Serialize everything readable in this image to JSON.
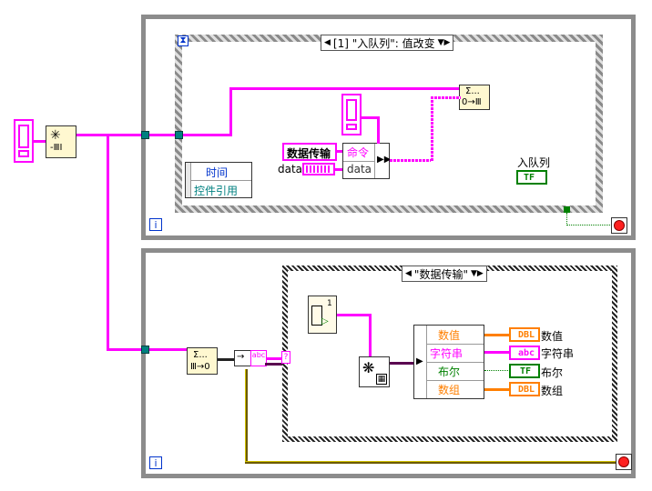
{
  "top_loop": {
    "event_case_label": "[1] \"入队列\": 值改变",
    "iteration_label": "i",
    "bundle": {
      "time_label": "时间",
      "ctrl_ref_label": "控件引用"
    },
    "cluster_const": {
      "name_value": "数据传输",
      "field_label": "命令",
      "data_label": "data",
      "data_element_label": "data"
    },
    "boolean_label": "入队列",
    "boolean_terminal": "TF"
  },
  "bottom_loop": {
    "case_label": "\"数据传输\"",
    "iteration_label": "i",
    "unbundle_items": [
      "数值",
      "字符串",
      "布尔",
      "数组"
    ],
    "indicators": [
      {
        "terminal": "DBL",
        "label": "数值",
        "color": "#ff7f00"
      },
      {
        "terminal": "abc",
        "label": "字符串",
        "color": "#ff00ff"
      },
      {
        "terminal": "TF",
        "label": "布尔",
        "color": "#008000"
      },
      {
        "terminal": "DBL",
        "label": "数组",
        "color": "#ff7f00"
      }
    ],
    "const_number": "1"
  },
  "colors": {
    "string_wire": "#ff00ff",
    "numeric_wire": "#ff7f00",
    "error_wire": "#6b5a00",
    "loop_border": "#8c8c8c"
  }
}
